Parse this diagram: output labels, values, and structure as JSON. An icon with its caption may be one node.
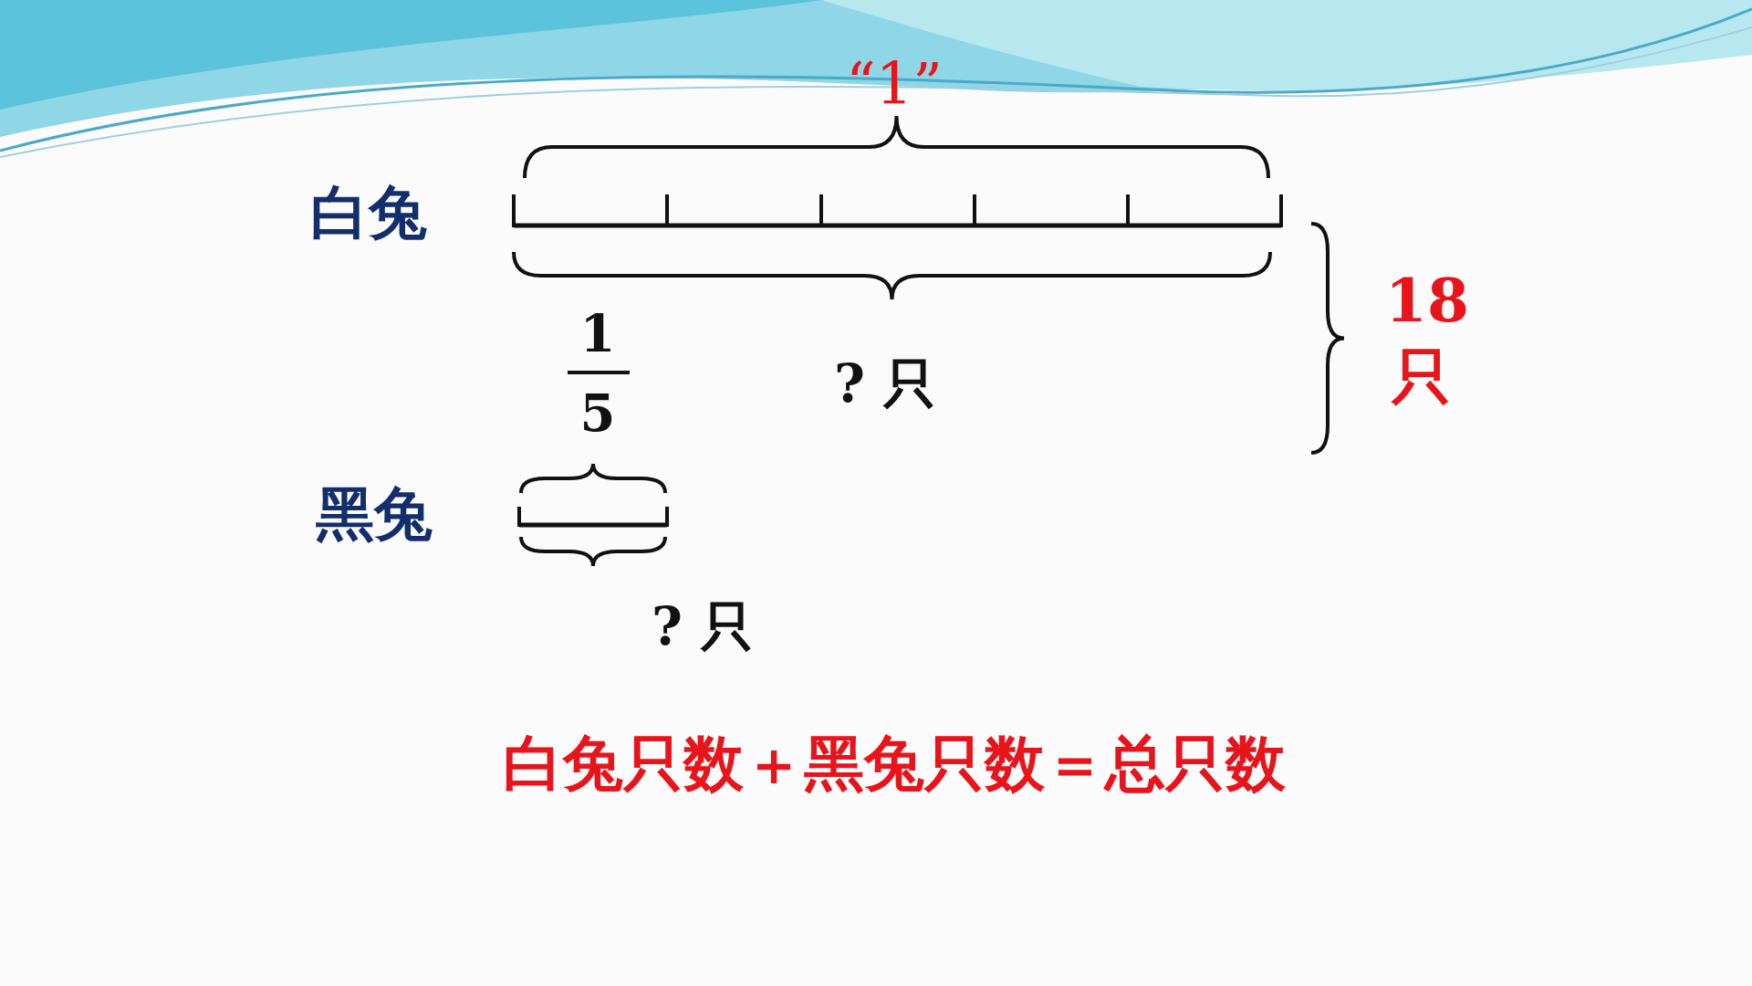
{
  "diagram": {
    "labels": [
      "“1”",
      "白兔",
      "18只",
      "1",
      "5",
      "? 只",
      "黑兔",
      "? 只",
      "白兔只数＋黑兔只数＝总只数"
    ]
  }
}
